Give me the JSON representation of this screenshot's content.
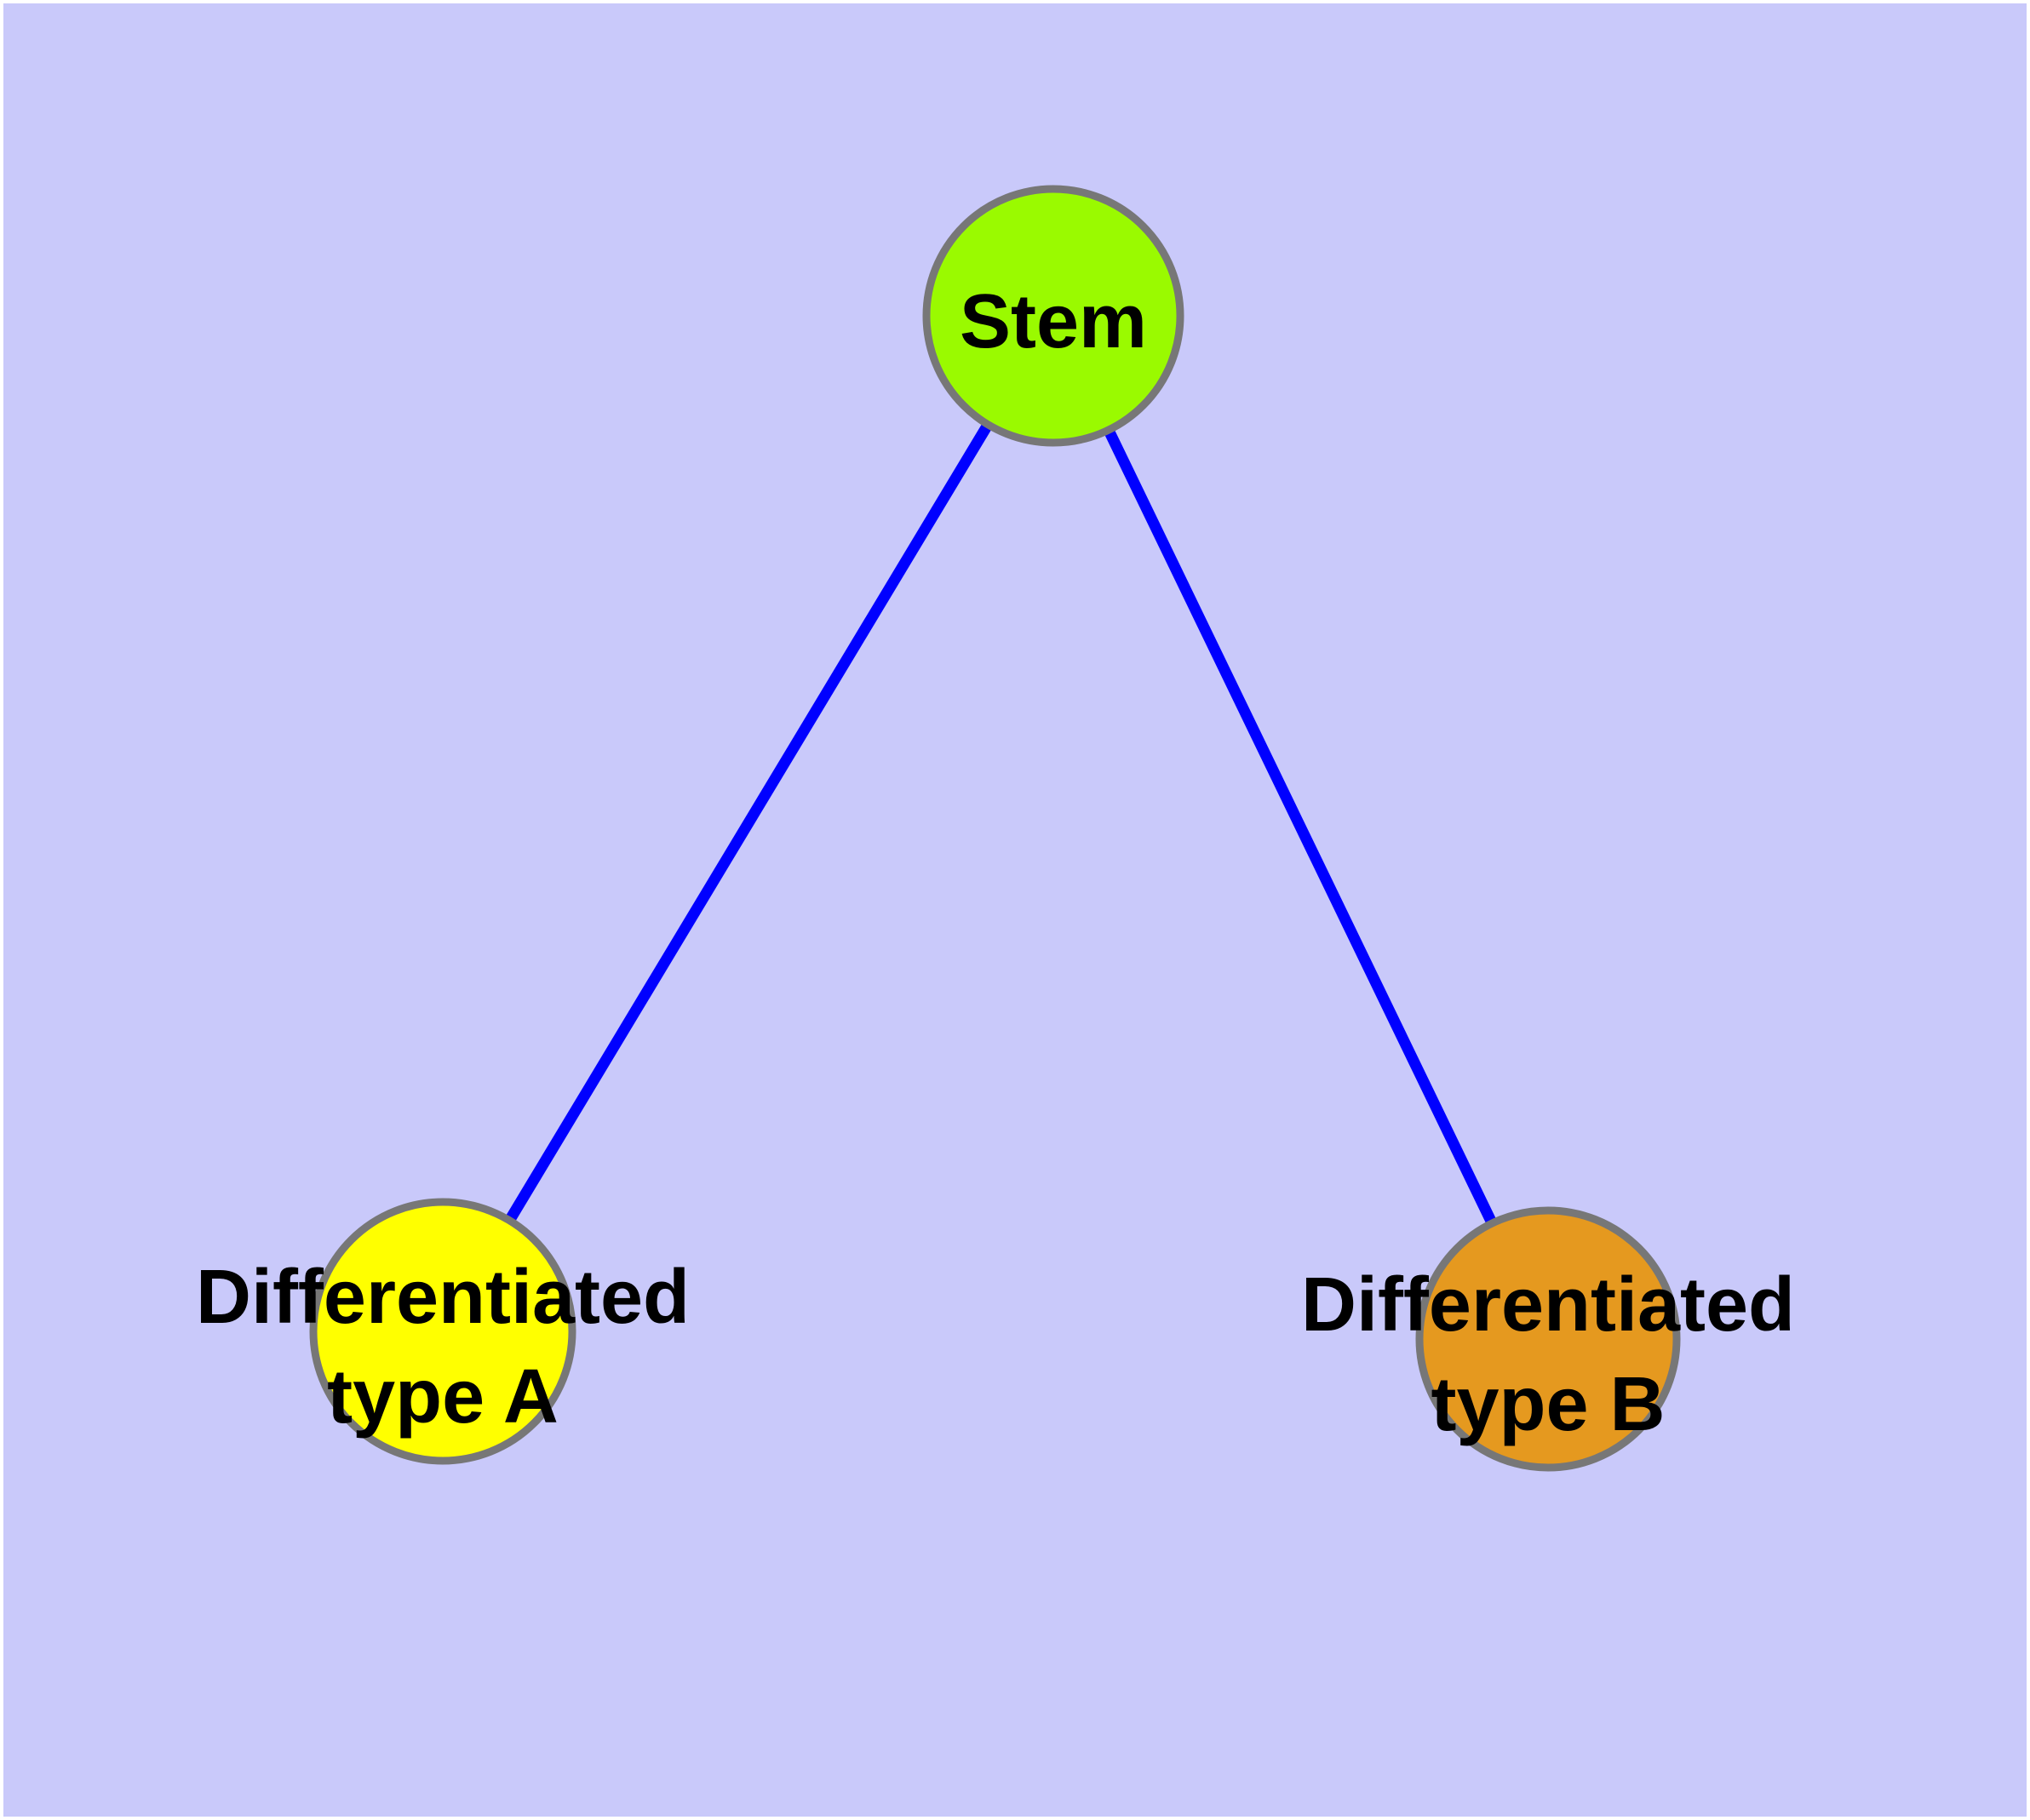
{
  "diagram": {
    "type": "graph",
    "description": "Cell differentiation hierarchy graph: a Stem node connected by two undirected edges to two differentiated cell-type nodes",
    "colors": {
      "canvas_background": "#C9C9FA",
      "page_margin": "#FFFFFF",
      "edge": "#0000FF",
      "node_border": "#777777",
      "label_text": "#000000"
    },
    "nodes": {
      "stem": {
        "label": "Stem",
        "fill": "#9AFA00"
      },
      "type_a": {
        "label": "Differentiated type A",
        "label_line1": "Differentiated",
        "label_line2": "type A",
        "fill": "#FFFF00"
      },
      "type_b": {
        "label": "Differentiated type B",
        "label_line1": "Differentiated",
        "label_line2": "type B",
        "fill": "#E5991F"
      }
    },
    "edges": [
      {
        "from": "Stem",
        "to": "Differentiated type A"
      },
      {
        "from": "Stem",
        "to": "Differentiated type B"
      }
    ]
  }
}
